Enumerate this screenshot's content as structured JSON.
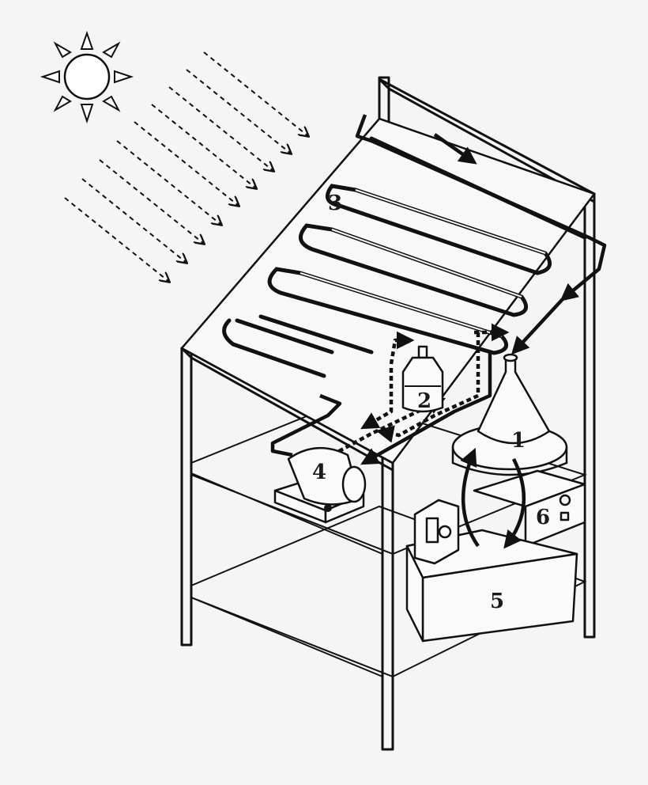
{
  "labels": {
    "reactor_flask": "1",
    "reservoir_bottle": "2",
    "solar_collector": "3",
    "pump": "4",
    "thermostat_bath": "5",
    "stirrer_plate": "6"
  }
}
